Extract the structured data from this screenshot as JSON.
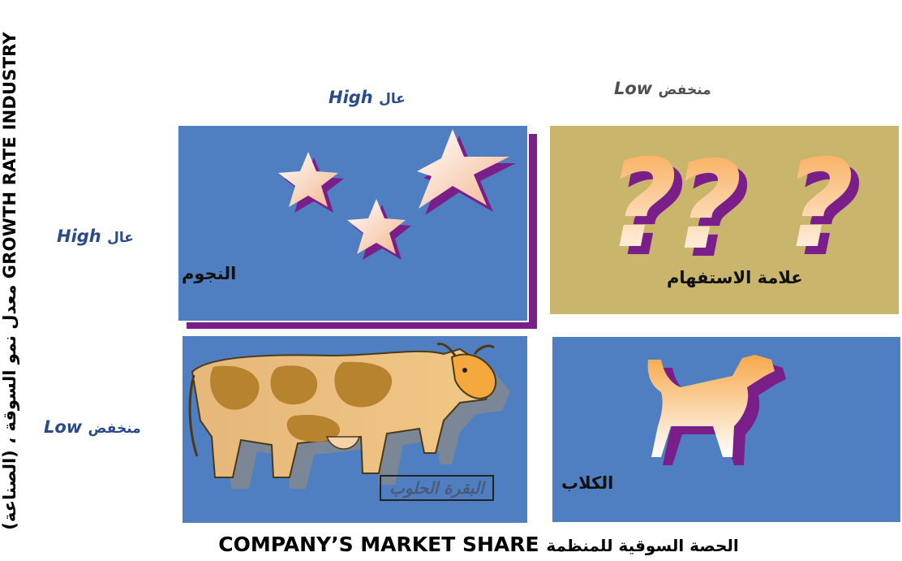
{
  "vertical_axis": {
    "english": "GROWTH RATE INDUSTRY",
    "arabic": "معدل نمو السوقة ، (الصناعة)"
  },
  "column_headers": [
    {
      "english": "High",
      "arabic": "عال"
    },
    {
      "english": "Low",
      "arabic": "منخفض"
    }
  ],
  "row_headers": [
    {
      "english": "High",
      "arabic": "عال"
    },
    {
      "english": "Low",
      "arabic": "منخفض"
    }
  ],
  "quadrants": {
    "stars": {
      "label": "النجوم",
      "color": "#4f7fc0",
      "icon": "star-icon"
    },
    "question_marks": {
      "label": "علامة الاستفهام",
      "color": "#c9b56b",
      "icon": "question-mark-icon"
    },
    "cash_cow": {
      "label": "البقرة الحلوب",
      "color": "#4f7fc0",
      "icon": "cow-icon"
    },
    "dogs": {
      "label": "الكلاب",
      "color": "#4f7fc0",
      "icon": "dog-icon"
    }
  },
  "horizontal_axis": {
    "english": "COMPANY’S MARKET SHARE",
    "arabic": "الحصة السوقية للمنظمة"
  },
  "colors": {
    "shadow": "#7a1f8a",
    "header_text": "#2a4a8c"
  }
}
